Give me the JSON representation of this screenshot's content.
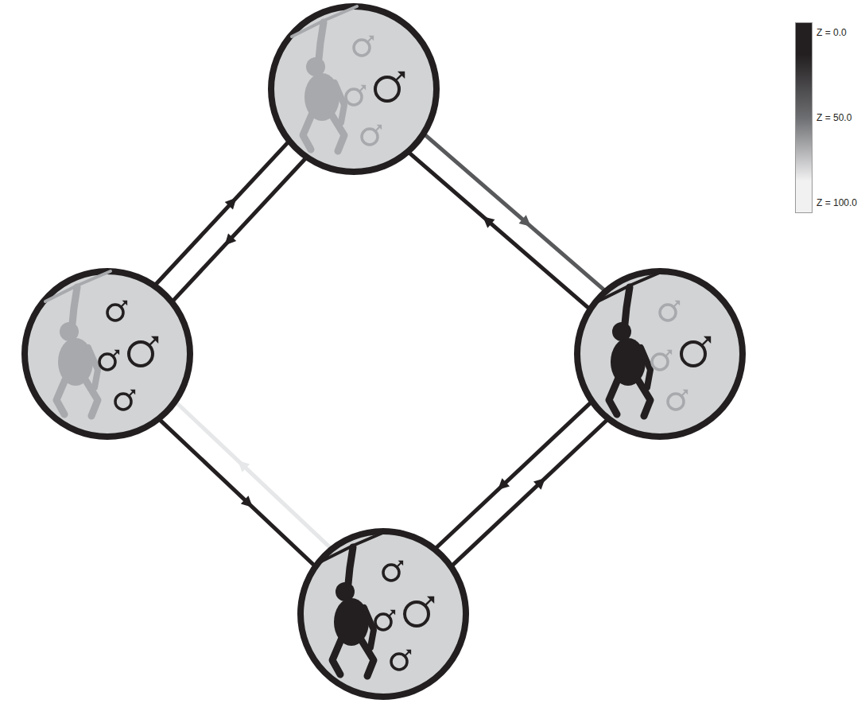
{
  "diagram": {
    "nodes": [
      {
        "text": []
      },
      {
        "text": []
      },
      {
        "text": []
      },
      {
        "text": []
      }
    ],
    "edges": [
      {
        "from": 1,
        "to": 0,
        "arrow": "to"
      },
      {
        "from": 0,
        "to": 1,
        "arrow": "to"
      },
      {
        "from": 0,
        "to": 2,
        "arrow": "to"
      },
      {
        "from": 2,
        "to": 0,
        "arrow": "to"
      },
      {
        "from": 2,
        "to": 3,
        "arrow": "to"
      },
      {
        "from": 3,
        "to": 2,
        "arrow": "to"
      },
      {
        "from": 1,
        "to": 3,
        "arrow": "to"
      },
      {
        "from": 3,
        "to": 1,
        "arrow": "to"
      }
    ],
    "legend": [
      {
        "text": "Z = 0.0",
        "color": "#231f20"
      },
      {
        "text": "Z = 50.0",
        "color": "#6d6e71"
      },
      {
        "text": "Z = 100.0",
        "color": "#f1f1f2"
      }
    ]
  }
}
